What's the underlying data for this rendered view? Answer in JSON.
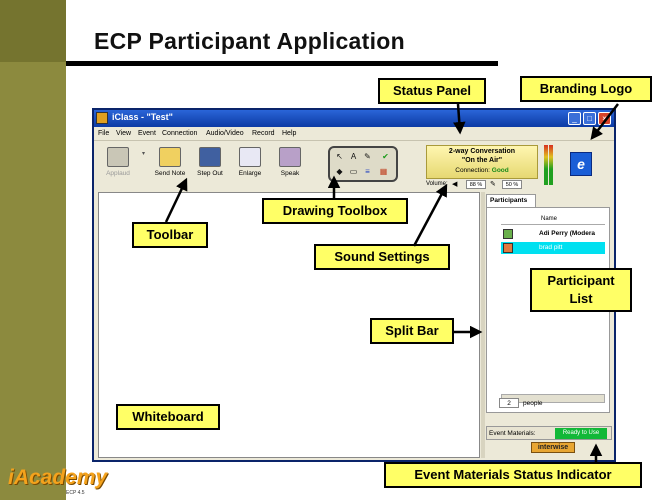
{
  "slide": {
    "title": "ECP Participant Application",
    "logo_text": "iAcademy",
    "logo_subtext": "ECP 4.5"
  },
  "window": {
    "title": "iClass - \"Test\"",
    "buttons": [
      "_",
      "□",
      "×"
    ],
    "menus": [
      "File",
      "View",
      "Event",
      "Connection",
      "Audio/Video",
      "Record",
      "Help"
    ]
  },
  "toolbar": {
    "items": [
      {
        "label": "Applaud",
        "icon": "applaud-icon",
        "enabled": false
      },
      {
        "label": "Send Note",
        "icon": "send-note-icon",
        "enabled": true
      },
      {
        "label": "Step Out",
        "icon": "step-out-icon",
        "enabled": true
      },
      {
        "label": "Enlarge",
        "icon": "enlarge-icon",
        "enabled": true
      },
      {
        "label": "Speak",
        "icon": "speak-icon",
        "enabled": true
      }
    ],
    "dropdown_glyph": "▾"
  },
  "drawing_toolbox": {
    "glyphs": [
      "↖",
      "A",
      "✎",
      "✔",
      "◆",
      "▭",
      "≡",
      "▦"
    ]
  },
  "status_panel": {
    "line1": "2-way Conversation",
    "line2": "\"On the Air\"",
    "connection_label": "Connection:",
    "connection_value": "Good",
    "volume_label": "Volume:",
    "speaker_volume": "88 %",
    "mic_volume": "50 %"
  },
  "participants": {
    "tab_label": "Participants",
    "column_name": "Name",
    "rows": [
      {
        "name": "Adi Perry (Modera",
        "selected": false
      },
      {
        "name": "brad pitt",
        "selected": true
      }
    ],
    "count": "2",
    "count_label": "people"
  },
  "event_materials": {
    "label": "Event Materials:",
    "status": "Ready to Use",
    "brand": "interwise"
  },
  "callouts": {
    "status_panel": "Status Panel",
    "branding_logo": "Branding Logo",
    "drawing_toolbox": "Drawing Toolbox",
    "toolbar": "Toolbar",
    "sound_settings": "Sound Settings",
    "participant_list": "Participant List",
    "split_bar": "Split Bar",
    "whiteboard": "Whiteboard",
    "event_materials_status": "Event Materials  Status Indicator"
  },
  "colors": {
    "olive": "#8c8a3e",
    "callout_fill": "#ffff66",
    "status_fill": "#fff6b0",
    "selected_row": "#00e0f0",
    "ready_green": "#12b838",
    "logo_orange": "#f4a21c"
  }
}
